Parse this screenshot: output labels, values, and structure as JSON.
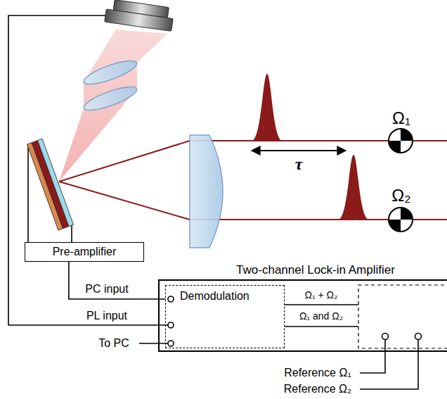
{
  "diagram": {
    "nodes": [
      {
        "text": [
          "Pre-amplifier"
        ]
      },
      {
        "text": [
          "Two-channel Lock-in Amplifier"
        ]
      },
      {
        "text": [
          "Demodulation"
        ],
        "in": 1
      }
    ],
    "edges": [
      {
        "from": 0,
        "to": 2,
        "arrow": "none"
      }
    ],
    "labels": [
      "Ω₁",
      "Ω₂",
      "τ",
      "PC input",
      "PL input",
      "To PC",
      "Ω₁ + Ω₂",
      "Ω₁ and Ω₂",
      "Reference Ω₁",
      "Reference Ω₂"
    ]
  }
}
